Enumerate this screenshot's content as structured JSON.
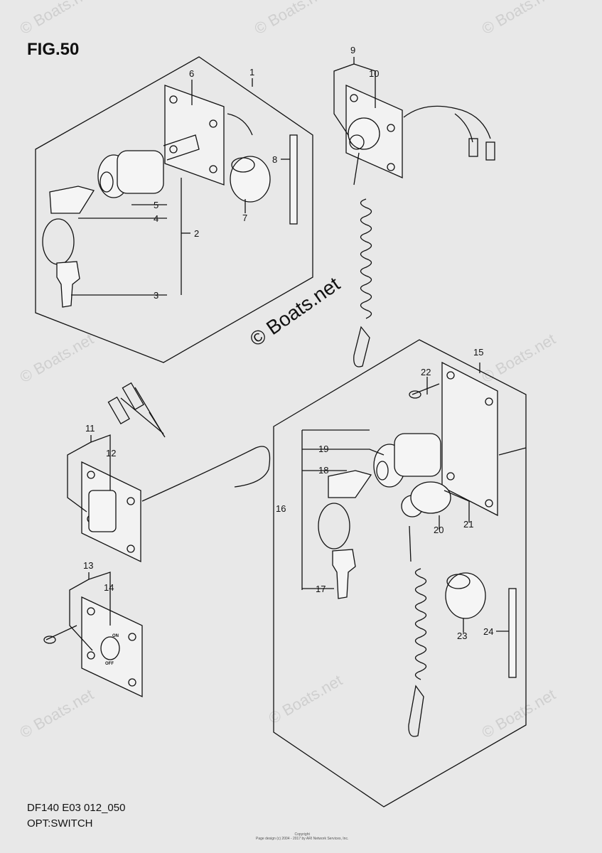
{
  "figure_label": "FIG.50",
  "model_code": "DF140 E03 012_050",
  "section_title": "OPT:SWITCH",
  "watermark": "© Boats.net",
  "copyright_line1": "Copyright",
  "copyright_line2": "Page design (c) 2004 - 2017 by ARI Network Services, Inc.",
  "callouts": {
    "c1": "1",
    "c2": "2",
    "c3": "3",
    "c4": "4",
    "c5": "5",
    "c6": "6",
    "c7": "7",
    "c8": "8",
    "c9": "9",
    "c10": "10",
    "c11": "11",
    "c12": "12",
    "c13": "13",
    "c14": "14",
    "c15": "15",
    "c16": "16",
    "c17": "17",
    "c18": "18",
    "c19": "19",
    "c20": "20",
    "c21": "21",
    "c22": "22",
    "c23": "23",
    "c24": "24"
  },
  "switch_marks": {
    "on": "ON",
    "off": "OFF"
  }
}
